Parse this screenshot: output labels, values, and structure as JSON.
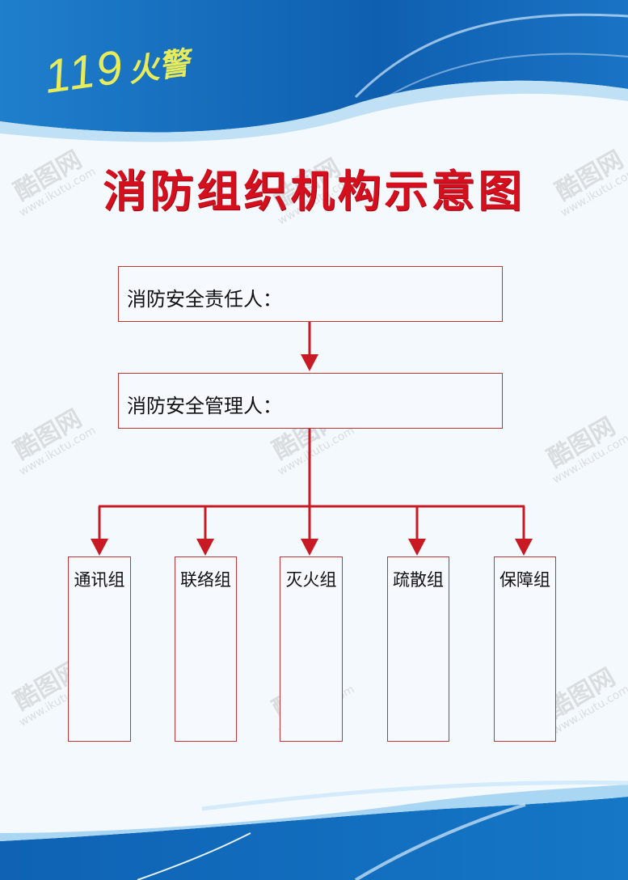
{
  "header": {
    "brand_number": "119",
    "brand_text": "火警"
  },
  "title": "消防组织机构示意图",
  "chart": {
    "top_box": {
      "label": "消防安全责任人："
    },
    "second_box": {
      "label": "消防安全管理人："
    },
    "groups": [
      {
        "label": "通讯组"
      },
      {
        "label": "联络组"
      },
      {
        "label": "灭火组"
      },
      {
        "label": "疏散组"
      },
      {
        "label": "保障组"
      }
    ]
  },
  "watermark": {
    "name": "酷图网",
    "url": "www.ikutu.com"
  },
  "colors": {
    "blue": "#1467b8",
    "red": "#d5101e",
    "brand_yellow": "#e8ec5a",
    "line_red": "#c81a22"
  }
}
